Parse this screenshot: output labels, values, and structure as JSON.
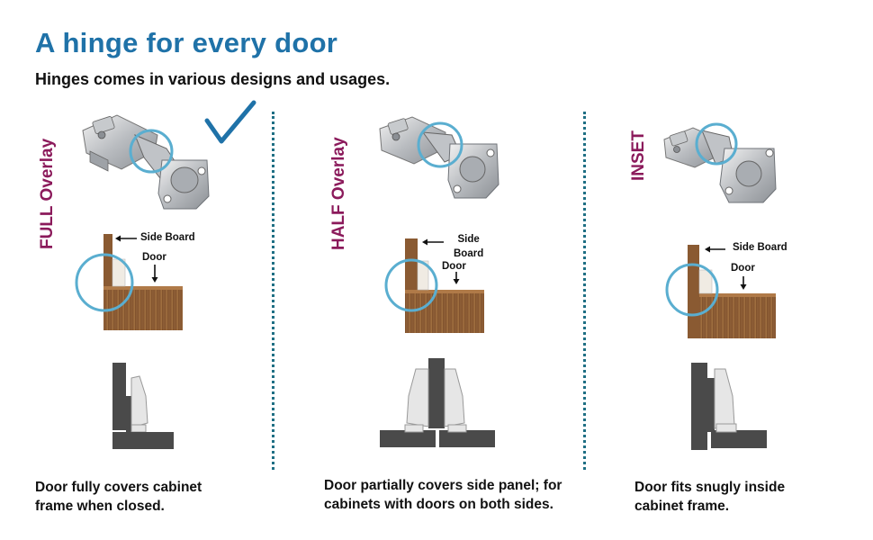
{
  "header": {
    "title": "A hinge for every door",
    "subtitle": "Hinges comes in various designs and usages."
  },
  "colors": {
    "title_blue": "#1f72a8",
    "label_magenta": "#8b1a5b",
    "circle_blue": "#5aaed0",
    "wood": "#8a5a32",
    "diagram_dark": "#4a4a4a",
    "diagram_light": "#e6e6e6"
  },
  "panels": [
    {
      "type_label": "FULL Overlay",
      "side_board_label": "Side Board",
      "door_label": "Door",
      "description": "Door fully covers cabinet frame when closed.",
      "selected_icon": "checkmark-icon"
    },
    {
      "type_label": "HALF Overlay",
      "side_board_label": "Side\nBoard",
      "door_label": "Door",
      "description": "Door partially covers side panel; for cabinets with doors on both sides."
    },
    {
      "type_label": "INSET",
      "side_board_label": "Side Board",
      "door_label": "Door",
      "description": "Door fits snugly inside cabinet frame."
    }
  ]
}
